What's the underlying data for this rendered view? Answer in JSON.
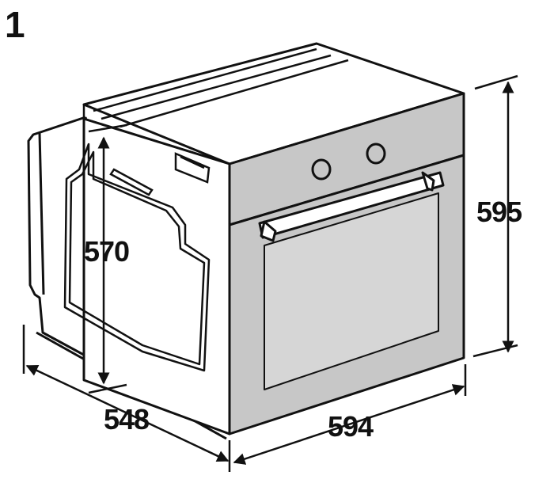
{
  "figure": {
    "number": "1"
  },
  "dimensions": {
    "niche_height": "570",
    "oven_height": "595",
    "oven_depth": "548",
    "oven_width": "594"
  },
  "colors": {
    "line": "#111111",
    "panel": "#c7c7c7",
    "window": "#d6d6d6",
    "background": "#ffffff"
  }
}
